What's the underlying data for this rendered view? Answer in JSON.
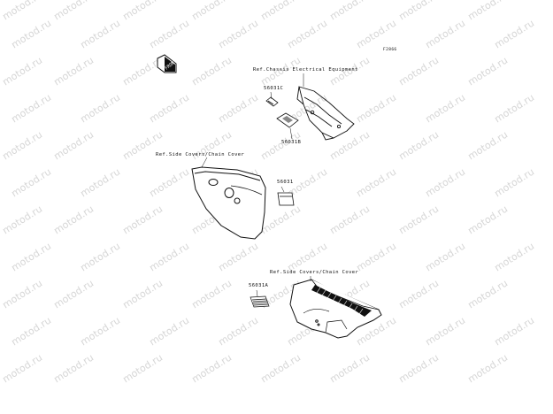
{
  "diagram": {
    "code": "F2866",
    "front_arrow": "FRONT",
    "refs": {
      "chassis_electrical": "Ref.Chassis Electrical Equipment",
      "side_covers_1": "Ref.Side Covers/Chain Cover",
      "side_covers_2": "Ref.Side Covers/Chain Cover"
    },
    "parts": {
      "p56031c": "56031C",
      "p56031b": "56031B",
      "p56031": "56031",
      "p56031a": "56031A"
    }
  },
  "watermark": {
    "text": "motod.ru"
  }
}
